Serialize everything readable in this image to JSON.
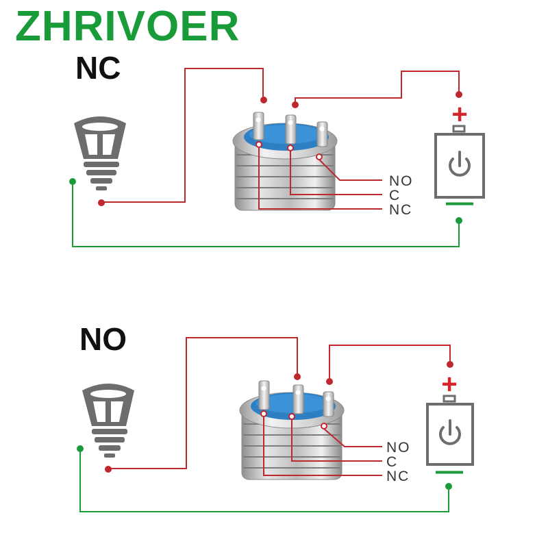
{
  "brand": {
    "text": "ZHRIVOER",
    "color": "#1a9b3a"
  },
  "colors": {
    "red_wire": "#c0272d",
    "green_wire": "#1a9b3a",
    "plus": "#d6242a",
    "minus": "#1a9b3a",
    "switch_cap": "#2f7fc4",
    "metal": "#b8b8b8",
    "icon_gray": "#6d6d6d"
  },
  "diagrams": [
    {
      "title": "NC",
      "pins": {
        "no": "NO",
        "c": "C",
        "nc": "NC"
      },
      "battery": {
        "plus": "+",
        "minus": "—",
        "icon": "power-icon"
      },
      "lamp_icon": "light-bulb-icon"
    },
    {
      "title": "NO",
      "pins": {
        "no": "NO",
        "c": "C",
        "nc": "NC"
      },
      "battery": {
        "plus": "+",
        "minus": "—",
        "icon": "power-icon"
      },
      "lamp_icon": "light-bulb-icon"
    }
  ]
}
